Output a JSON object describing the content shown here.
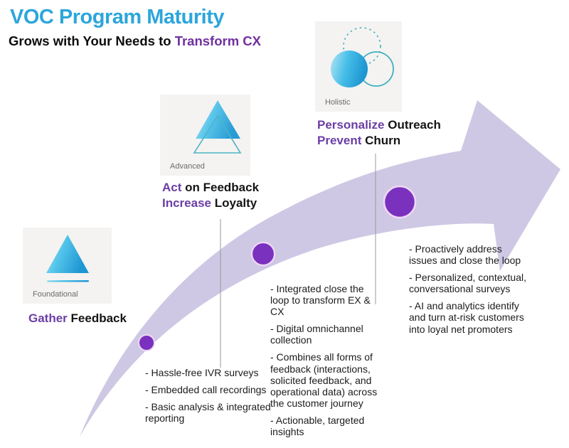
{
  "header": {
    "title": "VOC Program Maturity",
    "subtitle_prefix": "Grows with Your Needs to",
    "subtitle_accent": "Transform CX"
  },
  "colors": {
    "title_blue": "#2ca6db",
    "accent_purple": "#7030a0",
    "heading_accent_purple": "#6b3ea5",
    "arrow_lavender": "#cec8e4",
    "dot_purple": "#7a31be",
    "icon_teal": "#3fb0c0",
    "icon_blue_gradient": [
      "#b5e6f4",
      "#53c4ea",
      "#1e96d2"
    ],
    "card_gray": "#f4f3f1"
  },
  "stages": [
    {
      "label": "Foundational",
      "icon": "triangle-icon",
      "heading": [
        {
          "accent": "Gather",
          "rest": " Feedback"
        }
      ]
    },
    {
      "label": "Advanced",
      "icon": "double-triangle-icon",
      "heading": [
        {
          "accent": "Act",
          "rest": " on Feedback"
        },
        {
          "accent": "Increase",
          "rest": " Loyalty"
        }
      ]
    },
    {
      "label": "Holistic",
      "icon": "overlapping-circles-icon",
      "heading": [
        {
          "accent": "Personalize",
          "rest": " Outreach"
        },
        {
          "accent": "Prevent",
          "rest": " Churn"
        }
      ]
    }
  ],
  "bullet_lists": [
    {
      "items": [
        "- Hassle-free IVR surveys",
        "- Embedded call recordings",
        "- Basic analysis & integrated reporting"
      ]
    },
    {
      "items": [
        "- Integrated close the loop to transform EX & CX",
        "- Digital omnichannel collection",
        "- Combines all forms of feedback (interactions, solicited feedback, and operational data) across the customer journey",
        "- Actionable, targeted insights"
      ]
    },
    {
      "items": [
        "- Proactively address issues and close the loop",
        "- Personalized, contextual, conversational surveys",
        "- AI and analytics identify and turn at-risk customers into loyal net promoters"
      ]
    }
  ]
}
